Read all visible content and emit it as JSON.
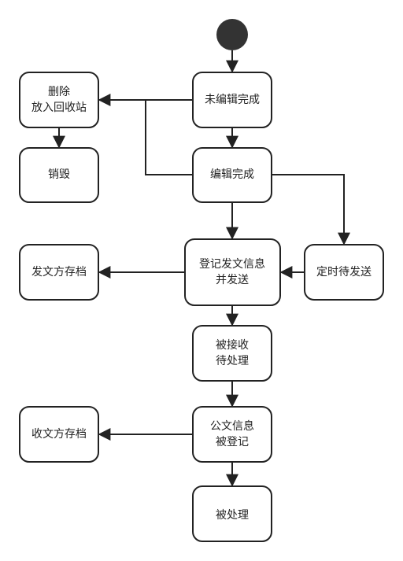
{
  "diagram": {
    "nodes": {
      "delete": {
        "lines": [
          "删除",
          "放入回收站"
        ]
      },
      "destroy": {
        "lines": [
          "销毁"
        ]
      },
      "unedited": {
        "lines": [
          "未编辑完成"
        ]
      },
      "edited": {
        "lines": [
          "编辑完成"
        ]
      },
      "register_send": {
        "lines": [
          "登记发文信息",
          "并发送"
        ]
      },
      "scheduled_send": {
        "lines": [
          "定时待发送"
        ]
      },
      "send_archive": {
        "lines": [
          "发文方存档"
        ]
      },
      "received": {
        "lines": [
          "被接收",
          "待处理"
        ]
      },
      "doc_registered": {
        "lines": [
          "公文信息",
          "被登记"
        ]
      },
      "recv_archive": {
        "lines": [
          "收文方存档"
        ]
      },
      "processed": {
        "lines": [
          "被处理"
        ]
      }
    }
  }
}
